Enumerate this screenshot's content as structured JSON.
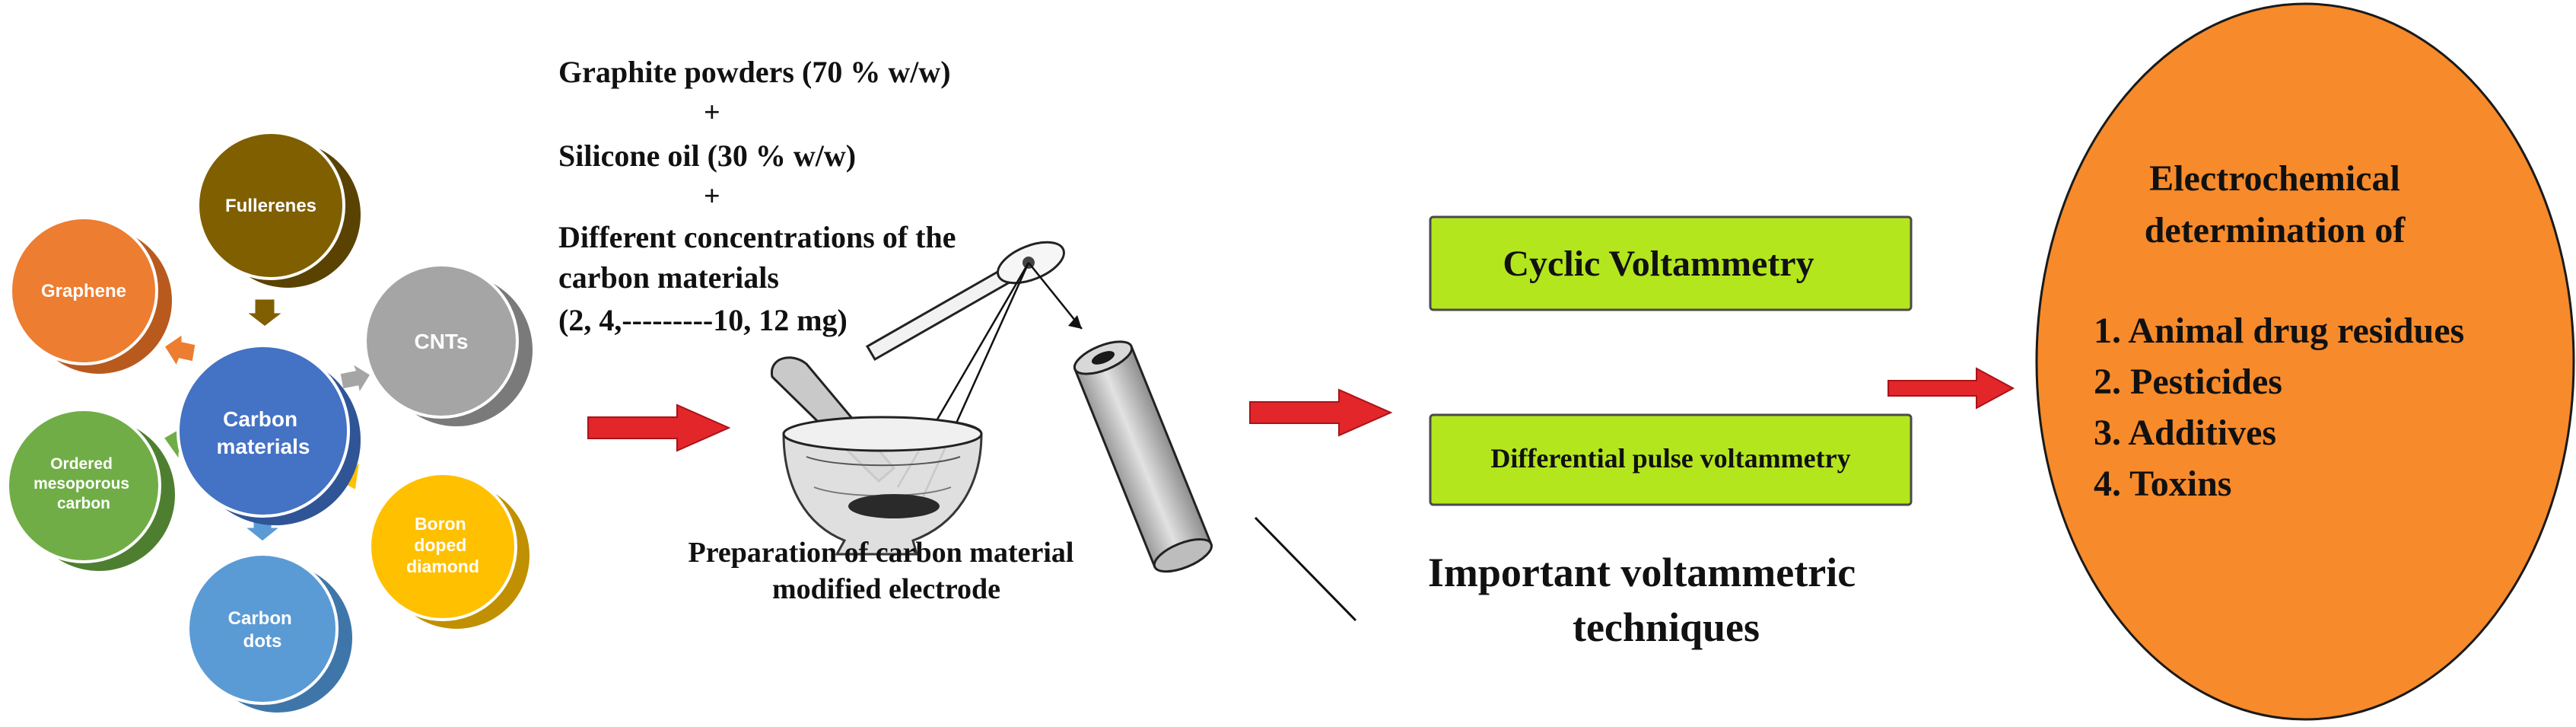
{
  "carbon": {
    "center_label": "Carbon materials",
    "items": [
      {
        "key": "fullerenes",
        "label": "Fullerenes",
        "color": "#7F5F00"
      },
      {
        "key": "graphene",
        "label": "Graphene",
        "color": "#ED7D31"
      },
      {
        "key": "cnts",
        "label": "CNTs",
        "color": "#A5A5A5"
      },
      {
        "key": "ordered_mesoporous",
        "label": "Ordered mesoporous carbon",
        "color": "#70AD47"
      },
      {
        "key": "boron_doped",
        "label": "Boron doped diamond",
        "color": "#FFC000"
      },
      {
        "key": "carbon_dots",
        "label": "Carbon dots",
        "color": "#5B9BD5"
      }
    ],
    "center_color": "#4472C4"
  },
  "prep": {
    "line1": "Graphite powders (70 % w/w)",
    "plus1": "+",
    "line2": "Silicone oil (30 % w/w)",
    "plus2": "+",
    "line3": "Different concentrations of the",
    "line4": "carbon materials",
    "line5": "(2, 4,---------10, 12 mg)",
    "caption1": "Preparation of carbon material",
    "caption2": "modified electrode"
  },
  "techniques": {
    "cv": "Cyclic Voltammetry",
    "dpv": "Differential pulse voltammetry",
    "caption1": "Important voltammetric",
    "caption2": "techniques",
    "box_color": "#B4E61E"
  },
  "result": {
    "title1": "Electrochemical",
    "title2": "determination of",
    "list": [
      "1. Animal drug residues",
      "2. Pesticides",
      "3. Additives",
      "4. Toxins"
    ],
    "color": "#F78A2A"
  },
  "arrow_color": "#E3262A"
}
